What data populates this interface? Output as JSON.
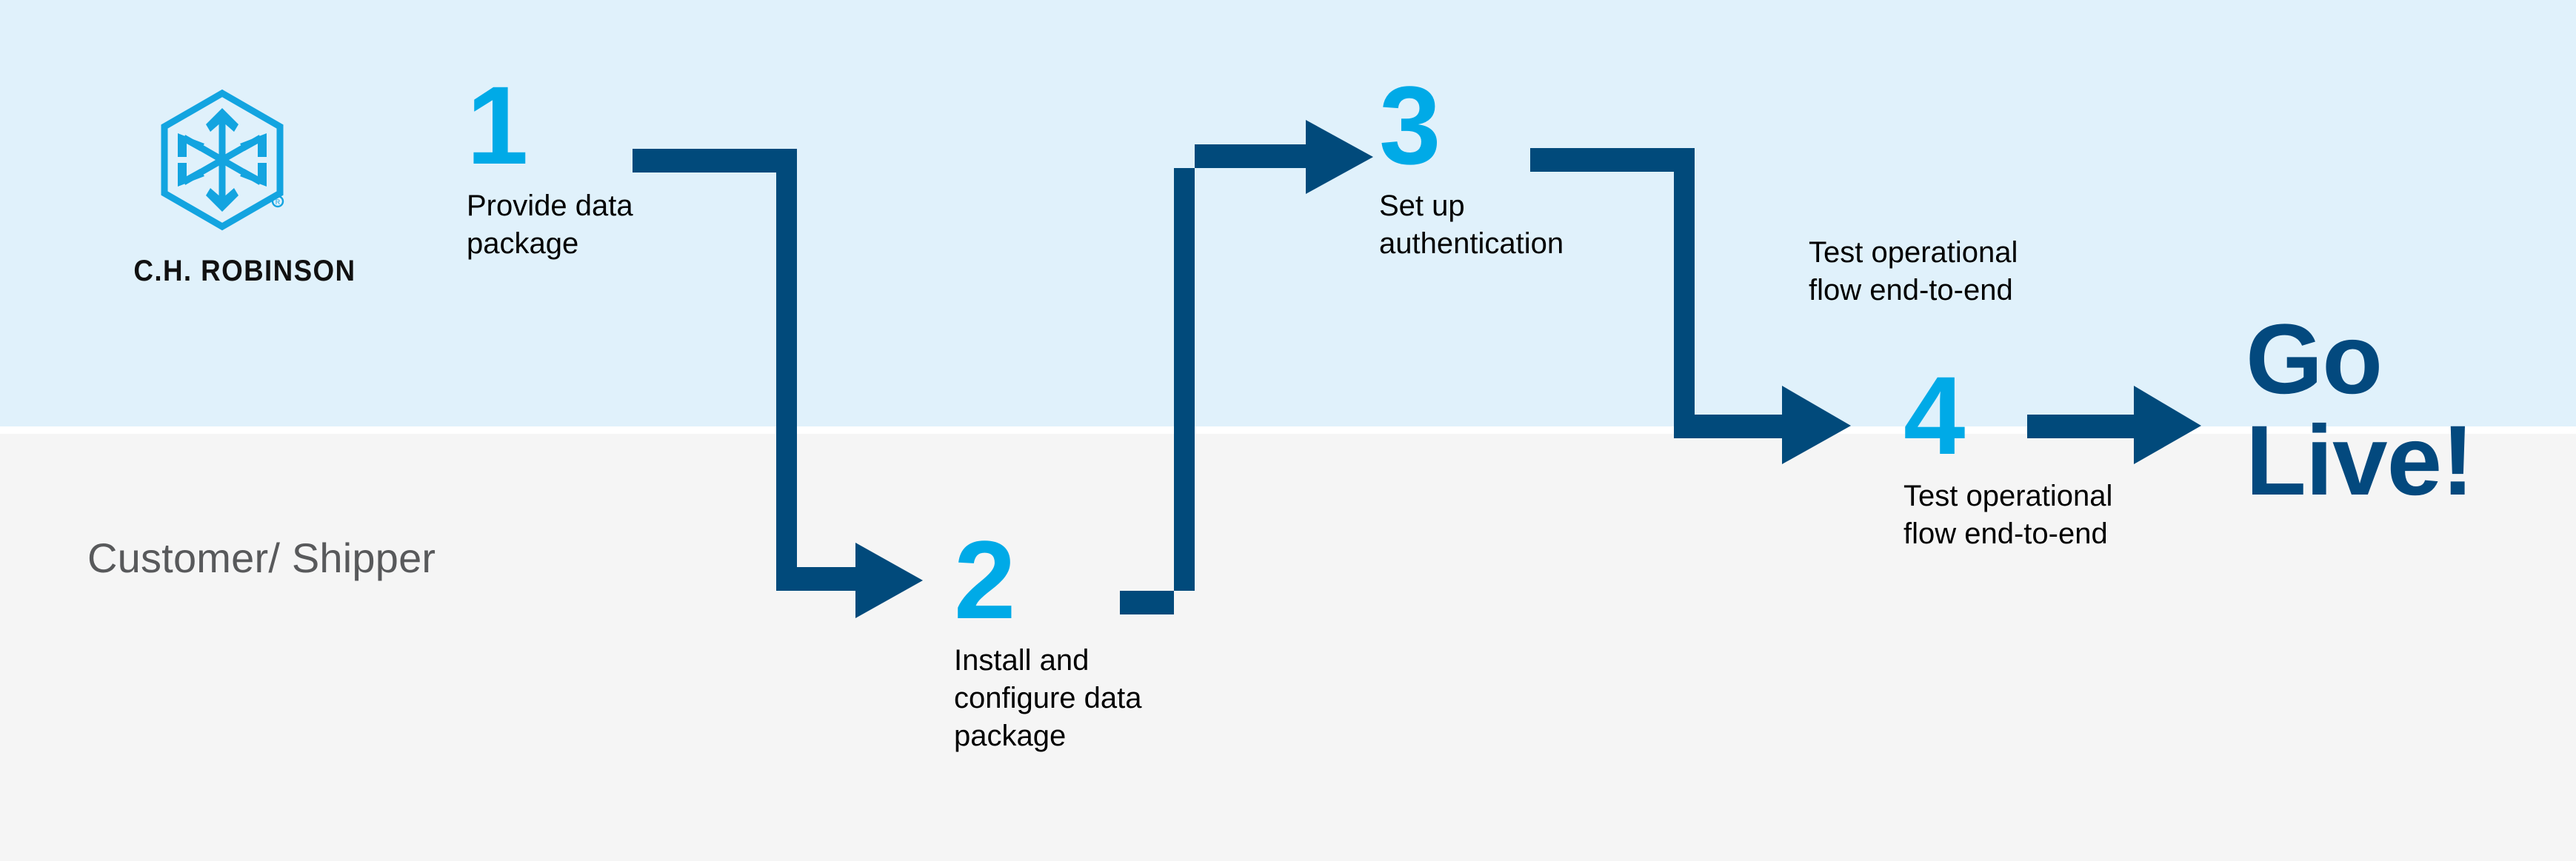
{
  "diagram": {
    "title": "Customer/Shipper implementation process flow",
    "colors": {
      "band_top": "#e0f1fb",
      "band_bottom": "#f5f5f5",
      "brand_cyan": "#00aae7",
      "brand_navy": "#03497e",
      "connector": "#014a7b",
      "body_text": "#000000",
      "lane_label": "#58595b"
    }
  },
  "logo": {
    "mark_name": "ch-robinson-hexagon-logo",
    "wordmark": "C.H. ROBINSON",
    "registered_mark": "®"
  },
  "lane": {
    "label": "Customer/\nShipper"
  },
  "steps": [
    {
      "number": "1",
      "text": "Provide data\npackage"
    },
    {
      "number": "2",
      "text": "Install and\nconfigure data\npackage"
    },
    {
      "number": "3",
      "text": "Set up\nauthentication"
    },
    {
      "number": "4",
      "text": "Test operational\nflow end-to-end"
    }
  ],
  "step4_upper_label": "Test operational\nflow end-to-end",
  "outcome": {
    "label": "Go\nLive!"
  },
  "connectors": [
    {
      "name": "step-1-to-step-2",
      "from": "1",
      "to": "2",
      "style": "elbow-right-down-right-arrow"
    },
    {
      "name": "step-2-to-step-3",
      "from": "2",
      "to": "3",
      "style": "elbow-right-up-right-arrow"
    },
    {
      "name": "step-3-to-step-4",
      "from": "3",
      "to": "4",
      "style": "elbow-right-down-right-arrow"
    },
    {
      "name": "step-4-to-go-live",
      "from": "4",
      "to": "Go Live!",
      "style": "straight-right-arrow"
    }
  ]
}
